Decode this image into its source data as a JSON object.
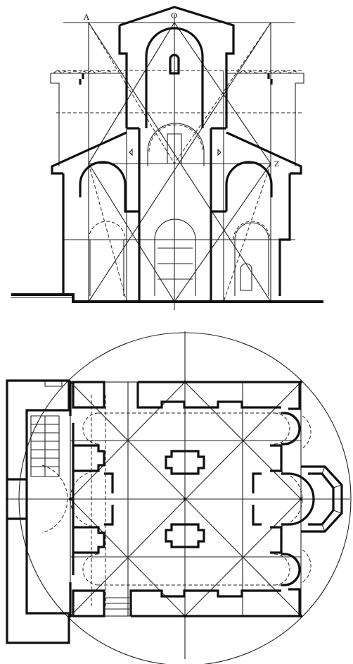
{
  "section": {
    "point_labels": {
      "a": "A",
      "o": "O",
      "z": "Z"
    }
  },
  "colors": {
    "ink": "#111111",
    "paper": "#ffffff"
  }
}
